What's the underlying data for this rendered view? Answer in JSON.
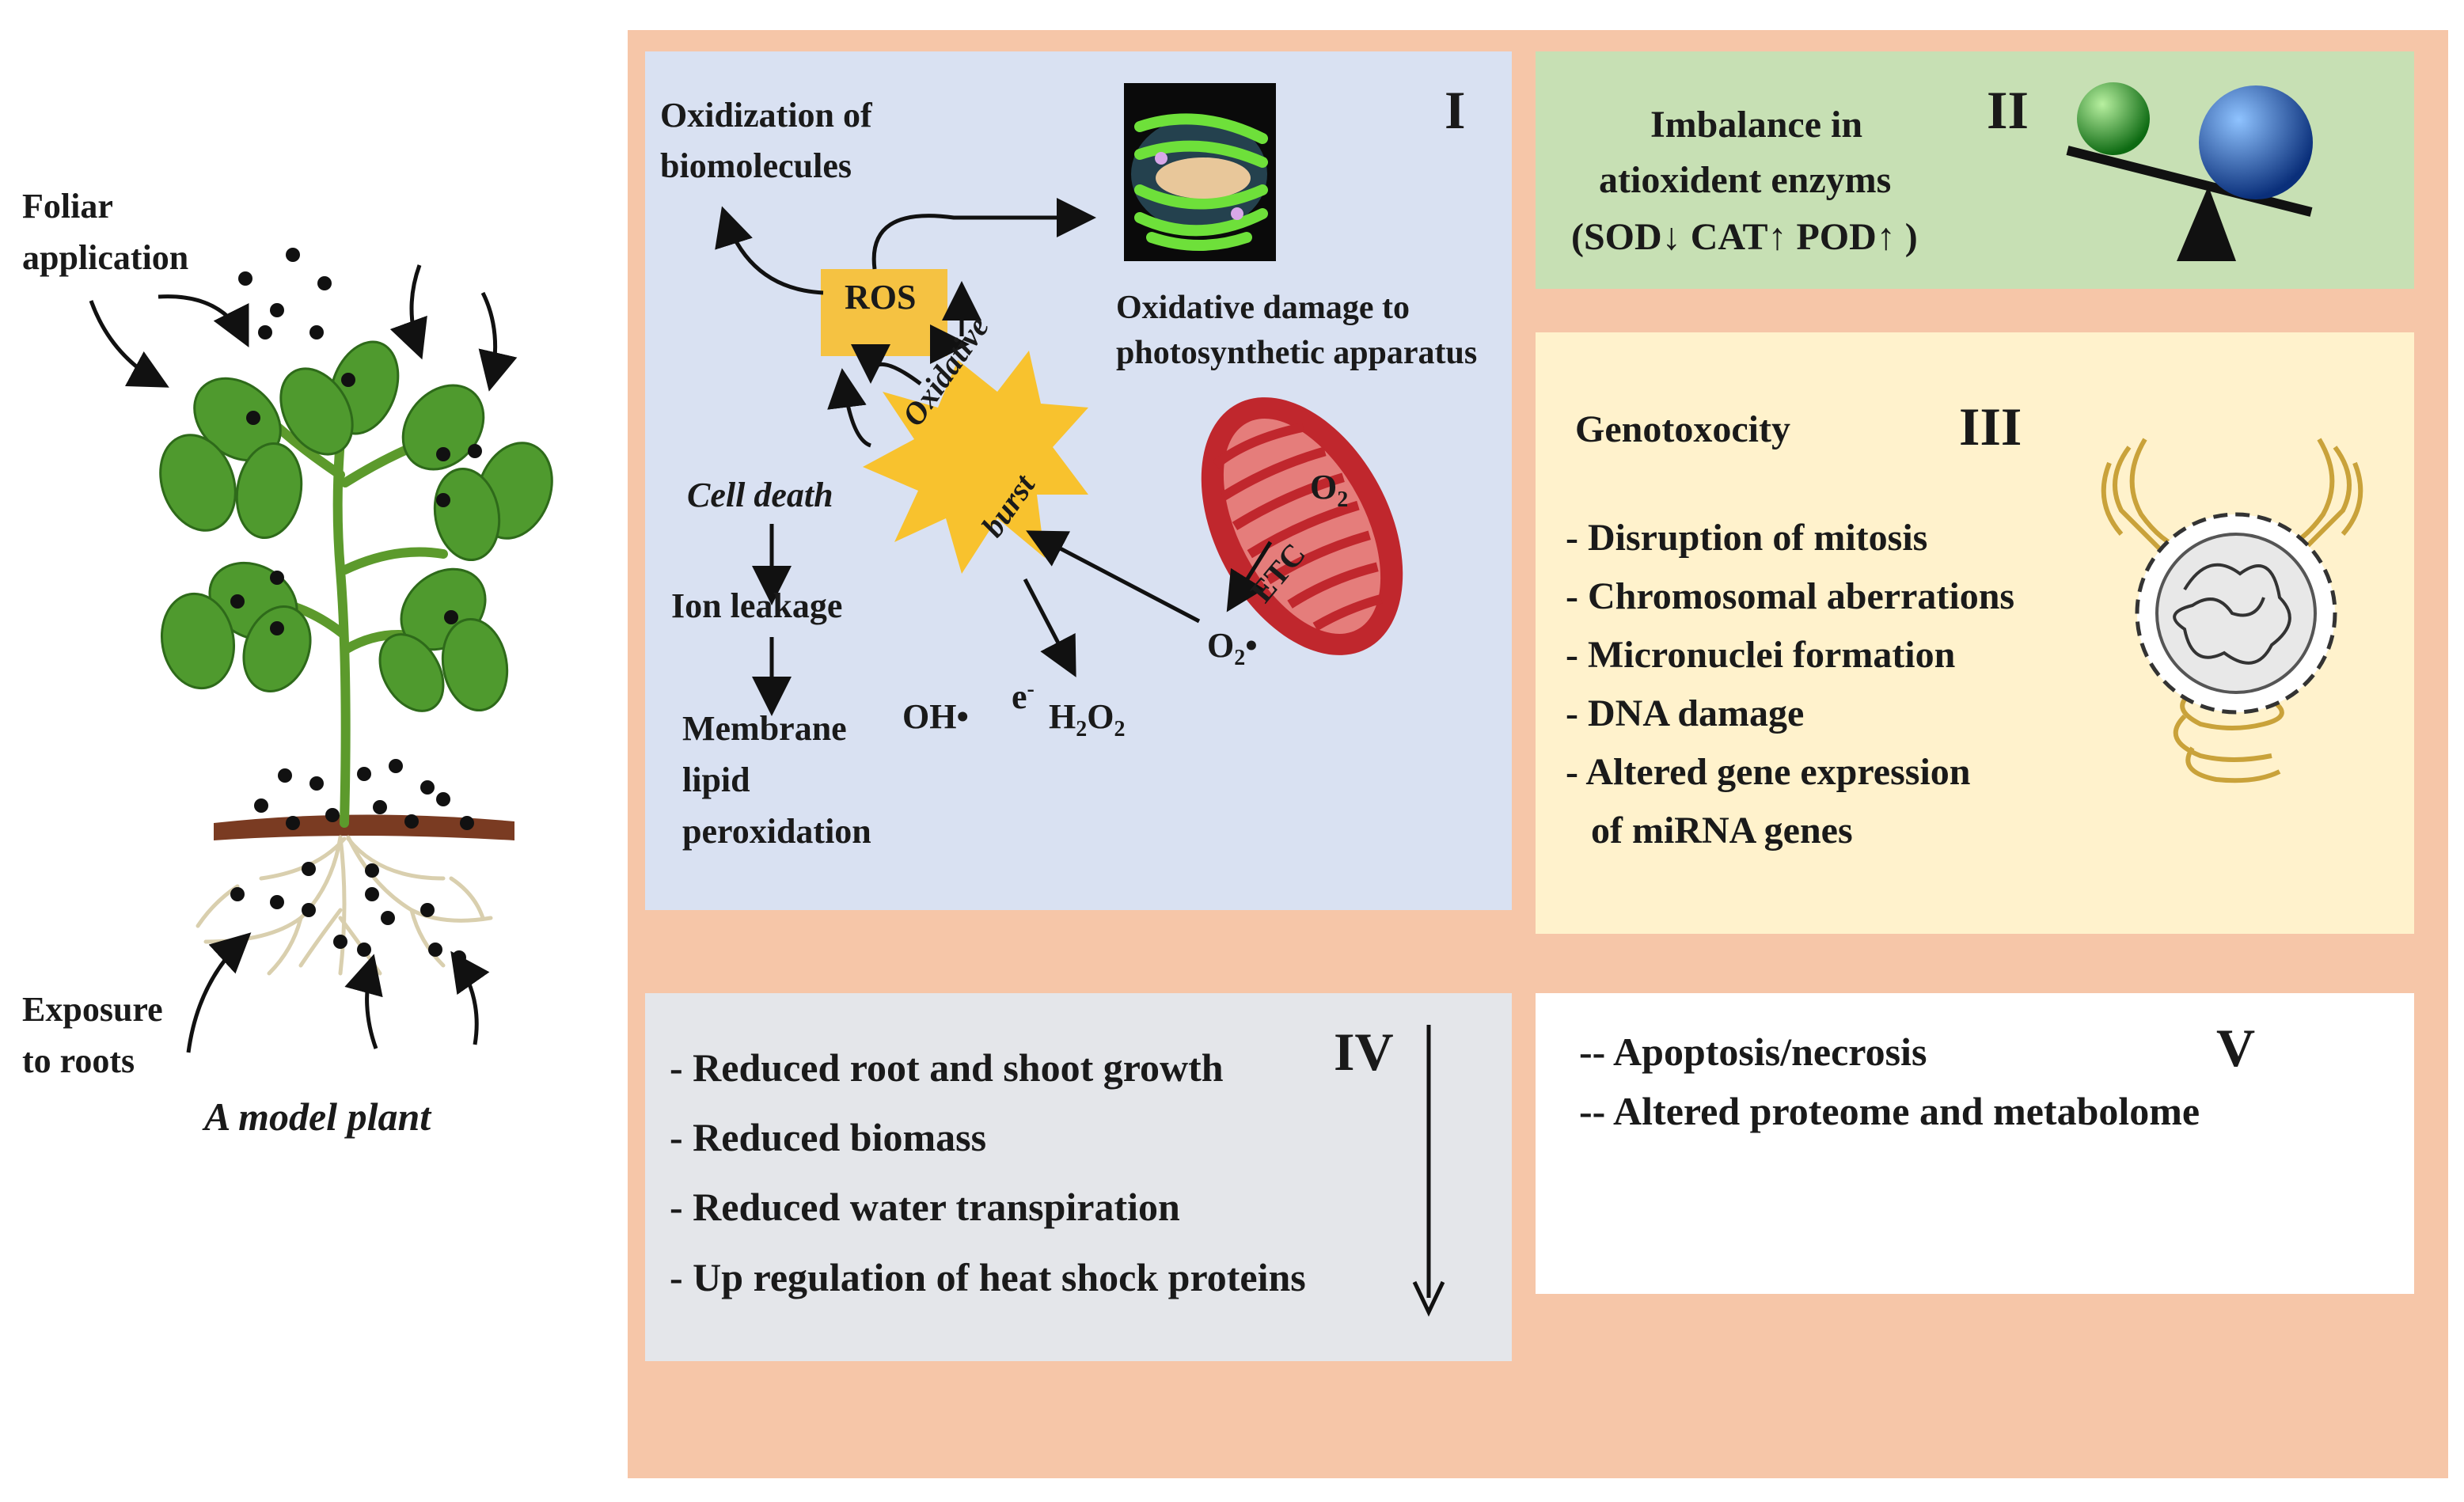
{
  "left": {
    "foliar": [
      "Foliar",
      "application"
    ],
    "roots": [
      "Exposure",
      "to roots"
    ],
    "caption": "A model plant"
  },
  "panel_i": {
    "numeral": "I",
    "oxidization": [
      "Oxidization of",
      "biomolecules"
    ],
    "ros": "ROS",
    "oxidative_damage": [
      "Oxidative damage to",
      "photosynthetic apparatus"
    ],
    "burst": [
      "Oxidative",
      "burst"
    ],
    "cell_death": "Cell death",
    "ion_leakage": "Ion leakage",
    "membrane": [
      "Membrane",
      "lipid",
      "peroxidation"
    ],
    "oh": "OH•",
    "e_minus": "e",
    "h2o2": "H",
    "etc": "ETC",
    "o2": "O",
    "o2_radical": "O"
  },
  "panel_ii": {
    "numeral": "II",
    "lines": [
      "Imbalance in",
      "atioxident enzyms"
    ],
    "sod": "(SOD",
    "cat": "CAT",
    "pod": "POD",
    "close": ")"
  },
  "panel_iii": {
    "numeral": "III",
    "title": "Genotoxocity",
    "items": [
      "- Disruption of mitosis",
      "- Chromosomal aberrations",
      "- Micronuclei formation",
      "- DNA damage",
      "- Altered gene expression",
      "of miRNA genes"
    ]
  },
  "panel_iv": {
    "numeral": "IV",
    "items": [
      "- Reduced root and shoot growth",
      "- Reduced biomass",
      "- Reduced water transpiration",
      "- Up regulation of heat shock proteins"
    ]
  },
  "panel_v": {
    "numeral": "V",
    "items": [
      "-- Apoptosis/necrosis",
      "-- Altered proteome and metabolome"
    ]
  },
  "colors": {
    "outer_bg": "#f6c6a8",
    "panel_i": "#d9e1f2",
    "panel_ii": "#c7e0b4",
    "panel_iii": "#fff2cc",
    "panel_iv": "#e4e6ea",
    "panel_v": "#ffffff",
    "ros_box": "#f5c242",
    "burst": "#f8c22e",
    "mito": "#c0272d",
    "leaf": "#4f9a2e"
  }
}
